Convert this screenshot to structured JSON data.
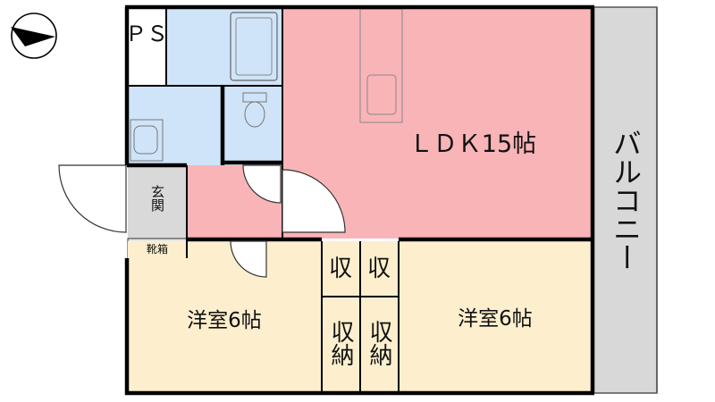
{
  "rooms": {
    "ps": "ＰＳ",
    "ldk": "ＬＤＫ15帖",
    "balcony": "バルコニー",
    "genkan": "玄関",
    "shoe_box": "靴箱",
    "bedroom_west": "洋室6帖",
    "bedroom_east": "洋室6帖",
    "storage_1": "収",
    "storage_2": "収",
    "closet_1": "収納",
    "closet_2": "収納"
  },
  "colors": {
    "ldk": "#f9b4b8",
    "wet_area": "#cfe4f8",
    "bedroom": "#fdefce",
    "balcony": "#d8d8d8",
    "entrance": "#d9d9d9",
    "wall": "#000000"
  },
  "icons": {
    "compass": "north-arrow-icon"
  }
}
